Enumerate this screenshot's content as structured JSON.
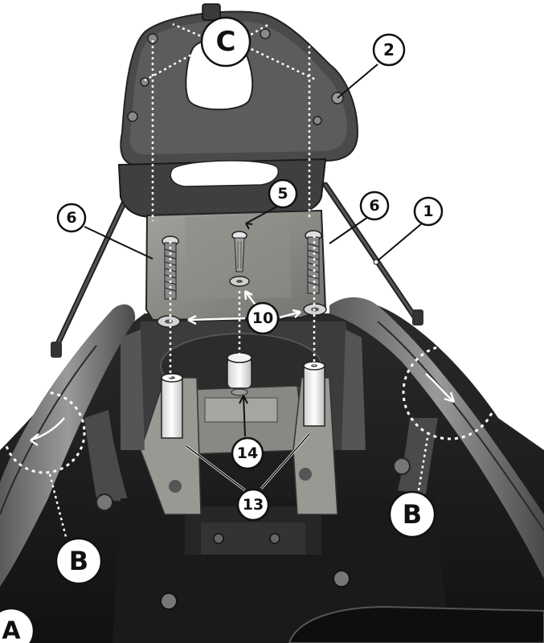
{
  "callouts": {
    "c_top": "C",
    "b_right": "B",
    "b_left": "B",
    "a_corner": "A",
    "part_1": "1",
    "part_2": "2",
    "part_5": "5",
    "part_6_left": "6",
    "part_6_right": "6",
    "part_10": "10",
    "part_13": "13",
    "part_14": "14"
  },
  "colors": {
    "metal_dark": "#3a3a3a",
    "metal_mid": "#6b6b6b",
    "plate": "#8e8c88",
    "body_black": "#1c1c1c",
    "background": "#ffffff"
  }
}
